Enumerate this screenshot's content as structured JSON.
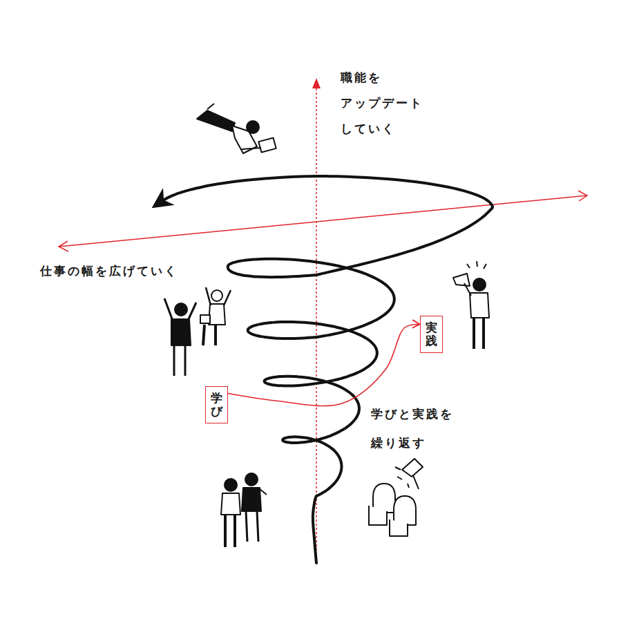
{
  "diagram": {
    "nodes": [
      {
        "text": [
          "実践"
        ]
      },
      {
        "text": [
          "学び"
        ]
      }
    ],
    "edges": [
      {
        "from": 1,
        "to": 0,
        "arrow": "to"
      }
    ],
    "labels": [
      "職能を アップデート していく",
      "仕事の幅を広げていく",
      "学びと実践を 繰り返す"
    ]
  }
}
